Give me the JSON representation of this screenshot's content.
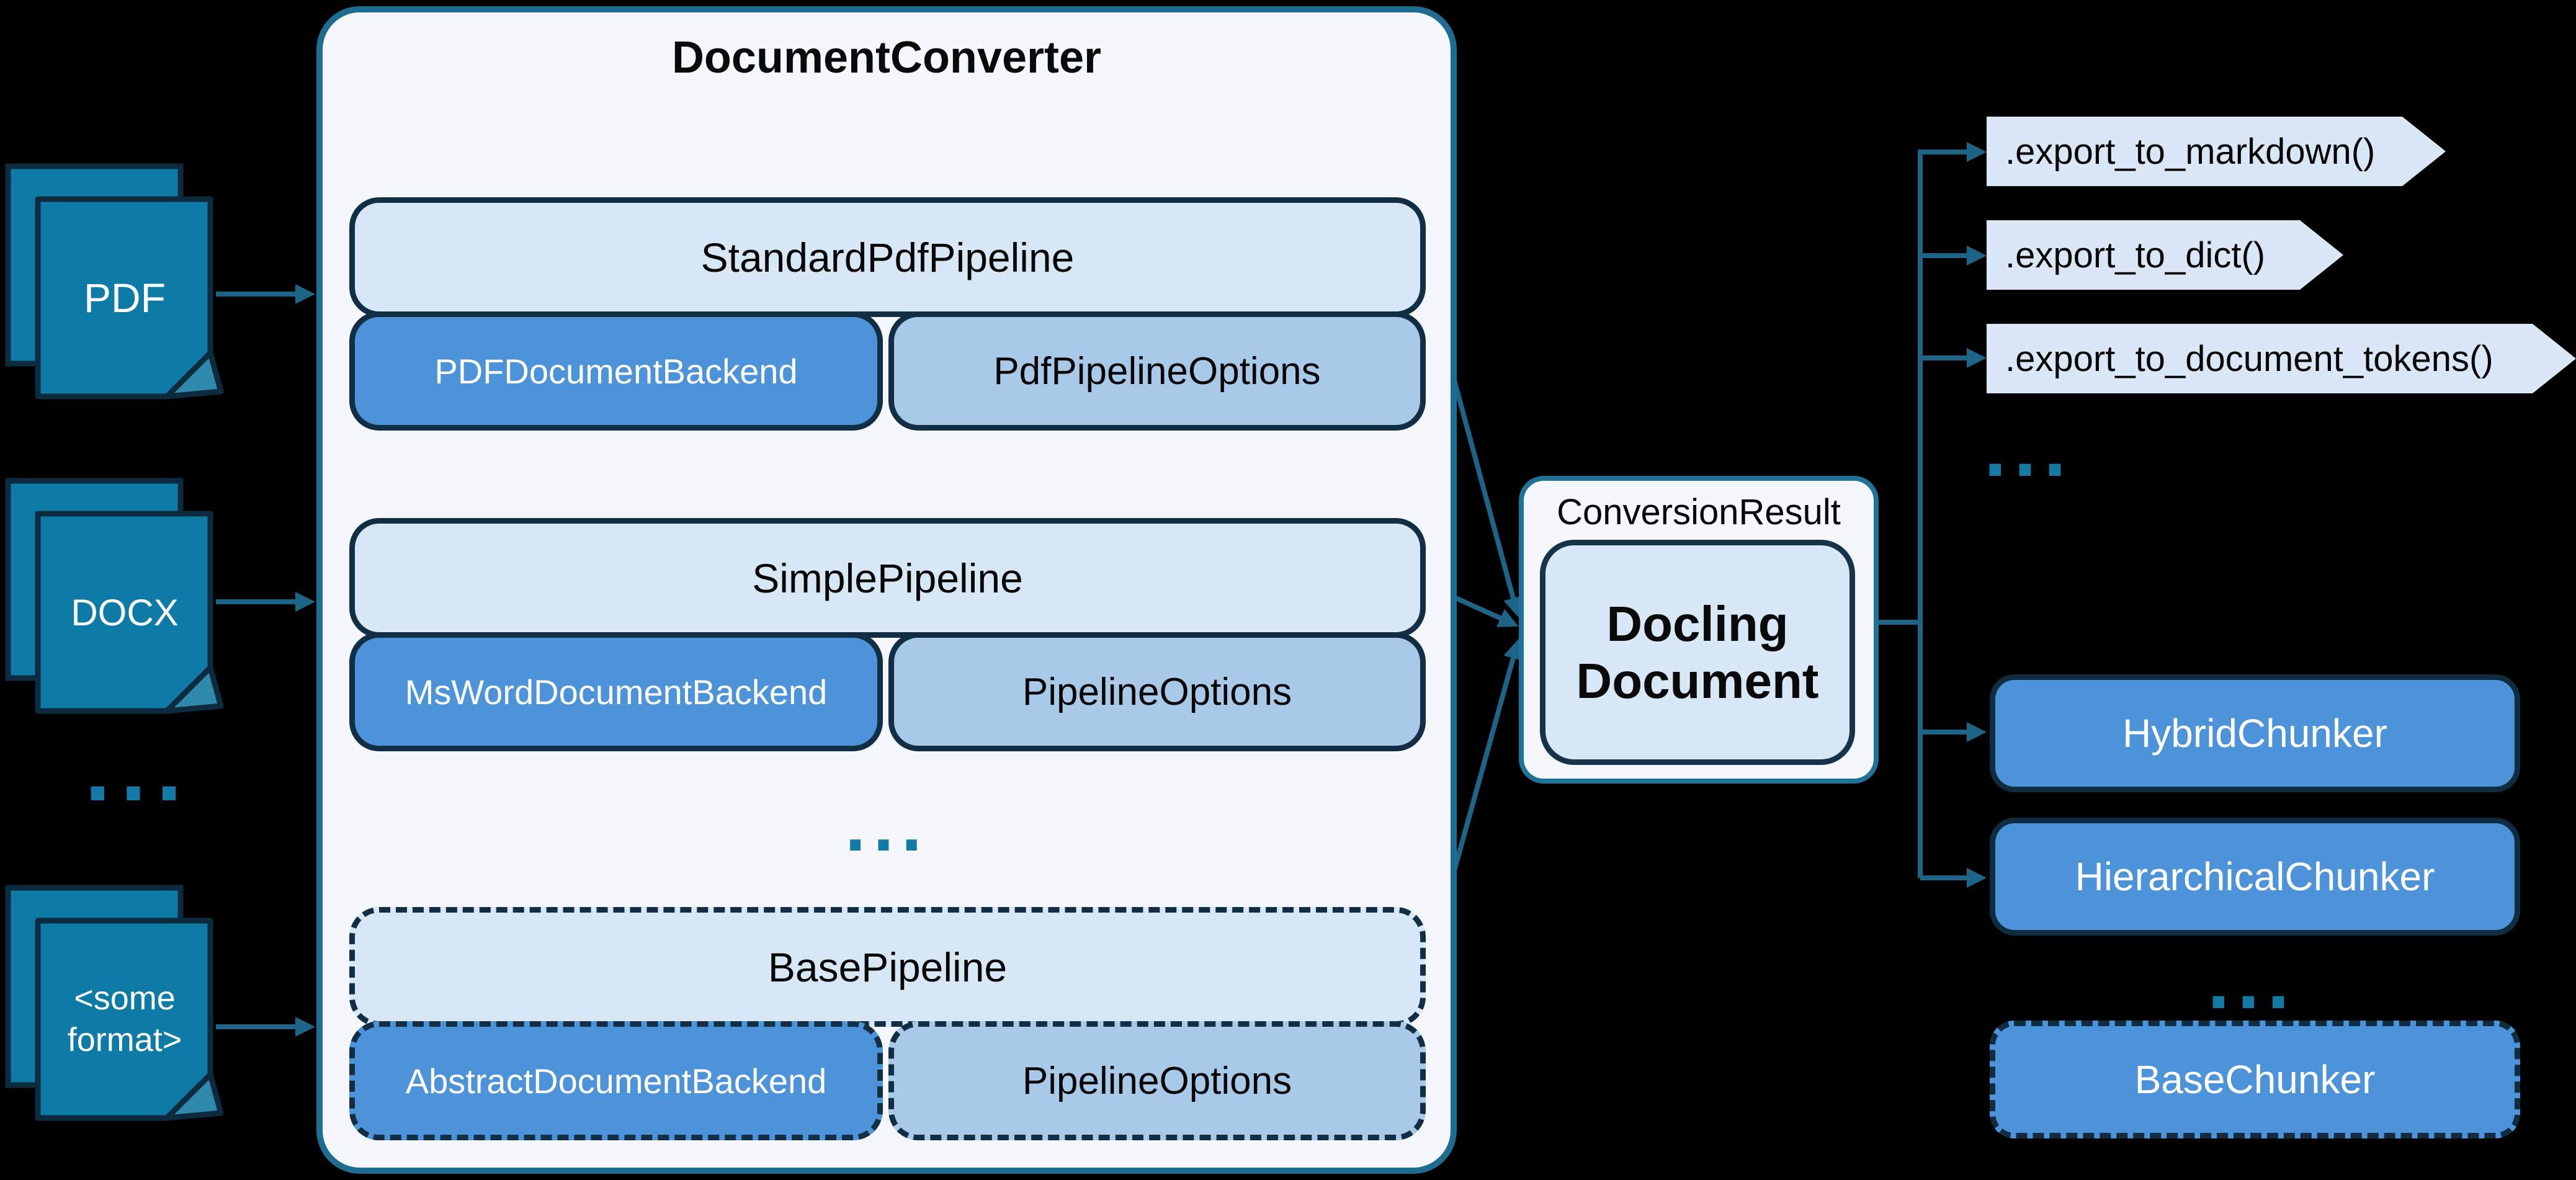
{
  "converter": {
    "title": "DocumentConverter",
    "pipelines": [
      {
        "name": "StandardPdfPipeline",
        "backend": "PDFDocumentBackend",
        "options": "PdfPipelineOptions",
        "dashed": false
      },
      {
        "name": "SimplePipeline",
        "backend": "MsWordDocumentBackend",
        "options": "PipelineOptions",
        "dashed": false
      },
      {
        "name": "BasePipeline",
        "backend": "AbstractDocumentBackend",
        "options": "PipelineOptions",
        "dashed": true
      }
    ]
  },
  "documents": [
    {
      "label": "PDF"
    },
    {
      "label": "DOCX"
    },
    {
      "label": "<some format>"
    }
  ],
  "conversion": {
    "label": "ConversionResult",
    "document": "Docling Document"
  },
  "exports": [
    ".export_to_markdown()",
    ".export_to_dict()",
    ".export_to_document_tokens()"
  ],
  "chunkers": [
    {
      "label": "HybridChunker",
      "dashed": false
    },
    {
      "label": "HierarchicalChunker",
      "dashed": false
    },
    {
      "label": "BaseChunker",
      "dashed": true
    }
  ],
  "ellipsis": "...",
  "colors": {
    "background": "#000000",
    "document_fill": "#0e7aa6",
    "document_border": "#0d2b3f",
    "arrow": "#1e6486",
    "panel_fill": "#f4f8fd",
    "panel_border_teal": "#1e6c90",
    "pipeline_fill": "#d8e7f5",
    "pipeline_border": "#112e44",
    "backend_fill": "#4c93d9",
    "options_fill": "#a9c9e9",
    "chevron_fill": "#d9e7f6",
    "chunker_fill": "#4c93d9",
    "docling_fill": "#d9e8f7"
  }
}
